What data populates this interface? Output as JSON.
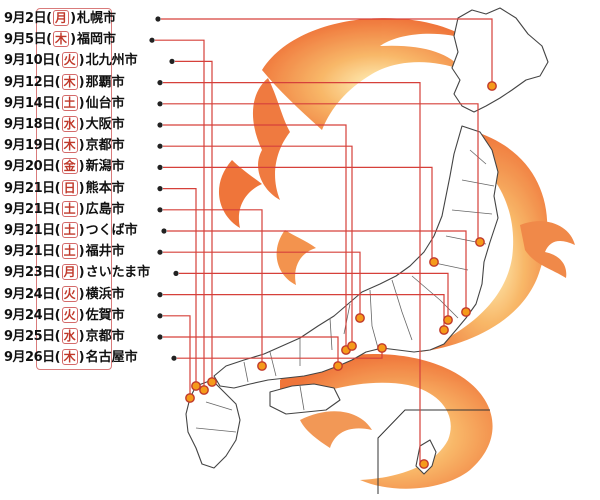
{
  "schedule": [
    {
      "date": "9月2日",
      "dow": "月",
      "city": "札幌市"
    },
    {
      "date": "9月5日",
      "dow": "木",
      "city": "福岡市"
    },
    {
      "date": "9月10日",
      "dow": "火",
      "city": "北九州市"
    },
    {
      "date": "9月12日",
      "dow": "木",
      "city": "那覇市"
    },
    {
      "date": "9月14日",
      "dow": "土",
      "city": "仙台市"
    },
    {
      "date": "9月18日",
      "dow": "水",
      "city": "大阪市"
    },
    {
      "date": "9月19日",
      "dow": "木",
      "city": "京都市"
    },
    {
      "date": "9月20日",
      "dow": "金",
      "city": "新潟市"
    },
    {
      "date": "9月21日",
      "dow": "日",
      "city": "熊本市"
    },
    {
      "date": "9月21日",
      "dow": "土",
      "city": "広島市"
    },
    {
      "date": "9月21日",
      "dow": "土",
      "city": "つくば市"
    },
    {
      "date": "9月21日",
      "dow": "土",
      "city": "福井市"
    },
    {
      "date": "9月23日",
      "dow": "月",
      "city": "さいたま市"
    },
    {
      "date": "9月24日",
      "dow": "火",
      "city": "横浜市"
    },
    {
      "date": "9月24日",
      "dow": "火",
      "city": "佐賀市"
    },
    {
      "date": "9月25日",
      "dow": "水",
      "city": "京都市"
    },
    {
      "date": "9月26日",
      "dow": "木",
      "city": "名古屋市"
    }
  ],
  "colors": {
    "leader_line": "#d6403a",
    "marker_fill": "#f59a1a",
    "marker_stroke": "#c0392b",
    "map_fill": "#ffffff",
    "map_stroke": "#444444",
    "dragon": "#ef7f3a",
    "dragon_light": "#f8c28a"
  },
  "icons": {
    "row_dot": "bullet-dot-icon",
    "marker": "city-marker-icon",
    "dragon": "dragon-illustration"
  }
}
